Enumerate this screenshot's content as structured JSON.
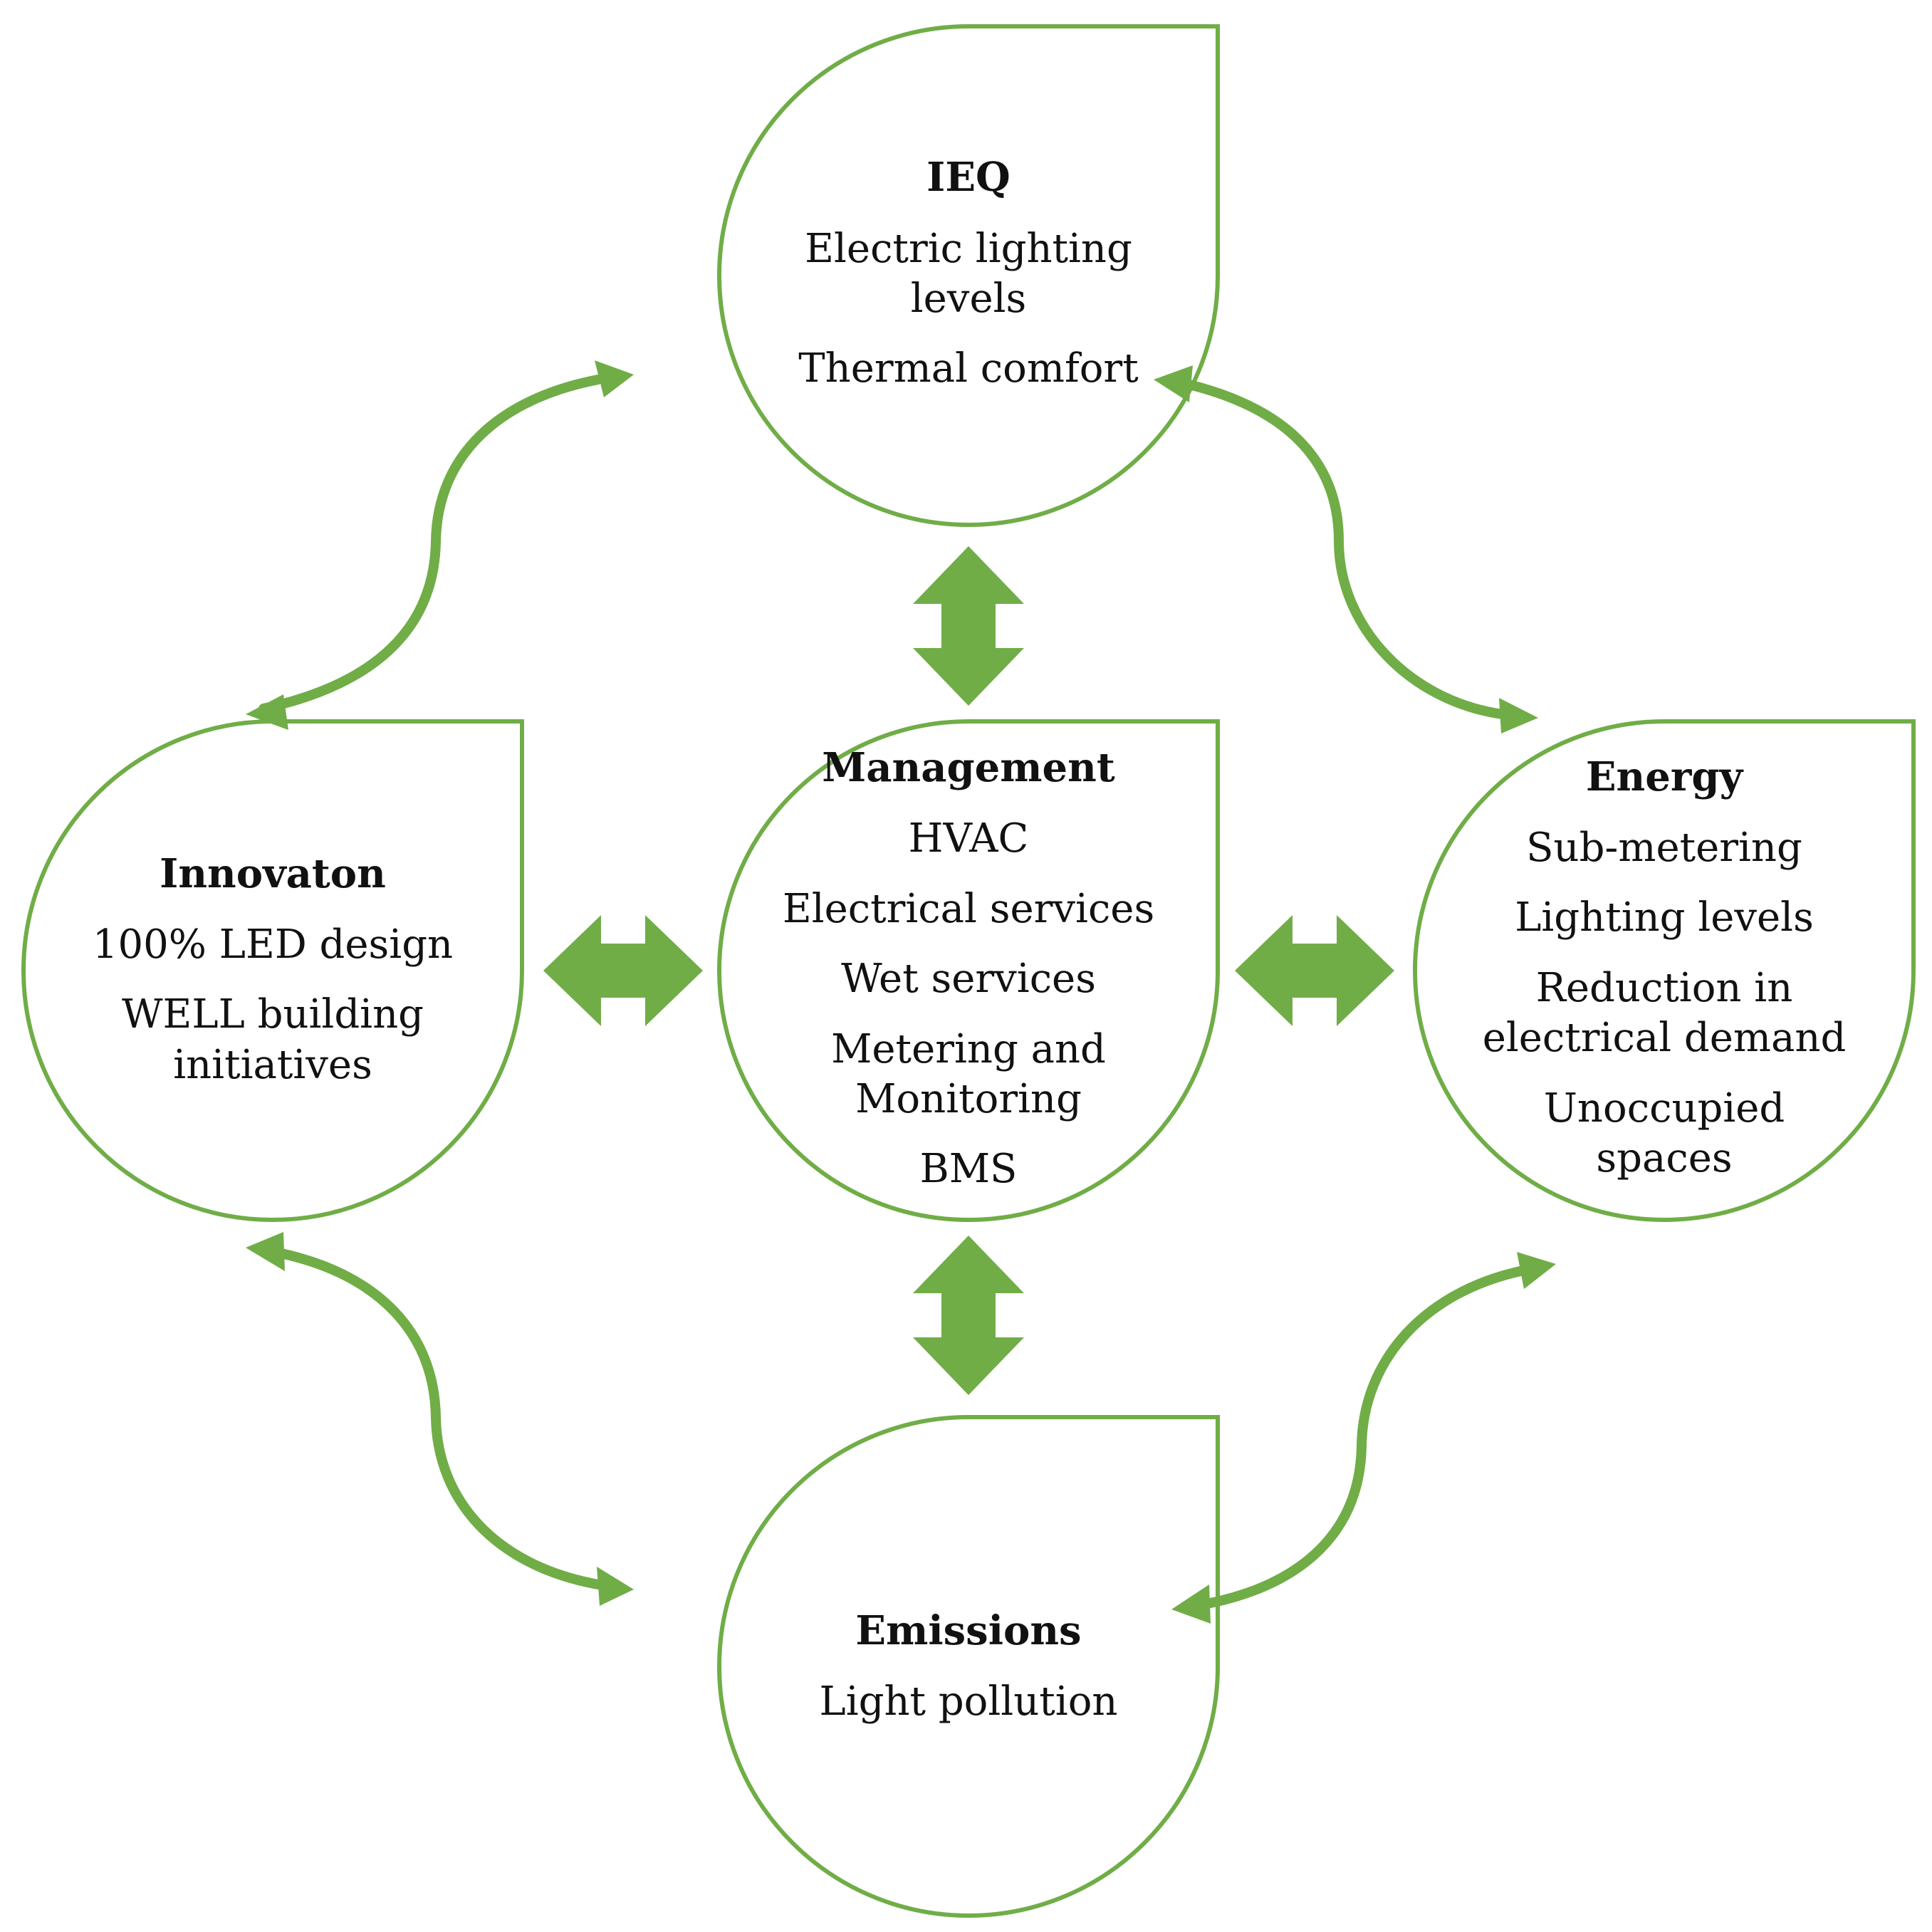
{
  "colors": {
    "accent": "#70ad47",
    "text": "#111111",
    "background": "#ffffff"
  },
  "nodes": {
    "ieq": {
      "title": "IEQ",
      "lines": [
        "Electric lighting",
        "levels",
        "Thermal comfort"
      ]
    },
    "innovation": {
      "title": "Innovaton",
      "lines": [
        "100% LED design",
        "WELL building",
        "initiatives"
      ]
    },
    "management": {
      "title": "Management",
      "lines": [
        "HVAC",
        "Electrical services",
        "Wet services",
        "Metering and",
        "Monitoring",
        "BMS"
      ]
    },
    "energy": {
      "title": "Energy",
      "lines": [
        "Sub-metering",
        "Lighting levels",
        "Reduction in",
        "electrical demand",
        "Unoccupied",
        "spaces"
      ]
    },
    "emissions": {
      "title": "Emissions",
      "lines": [
        "Light pollution"
      ]
    }
  }
}
